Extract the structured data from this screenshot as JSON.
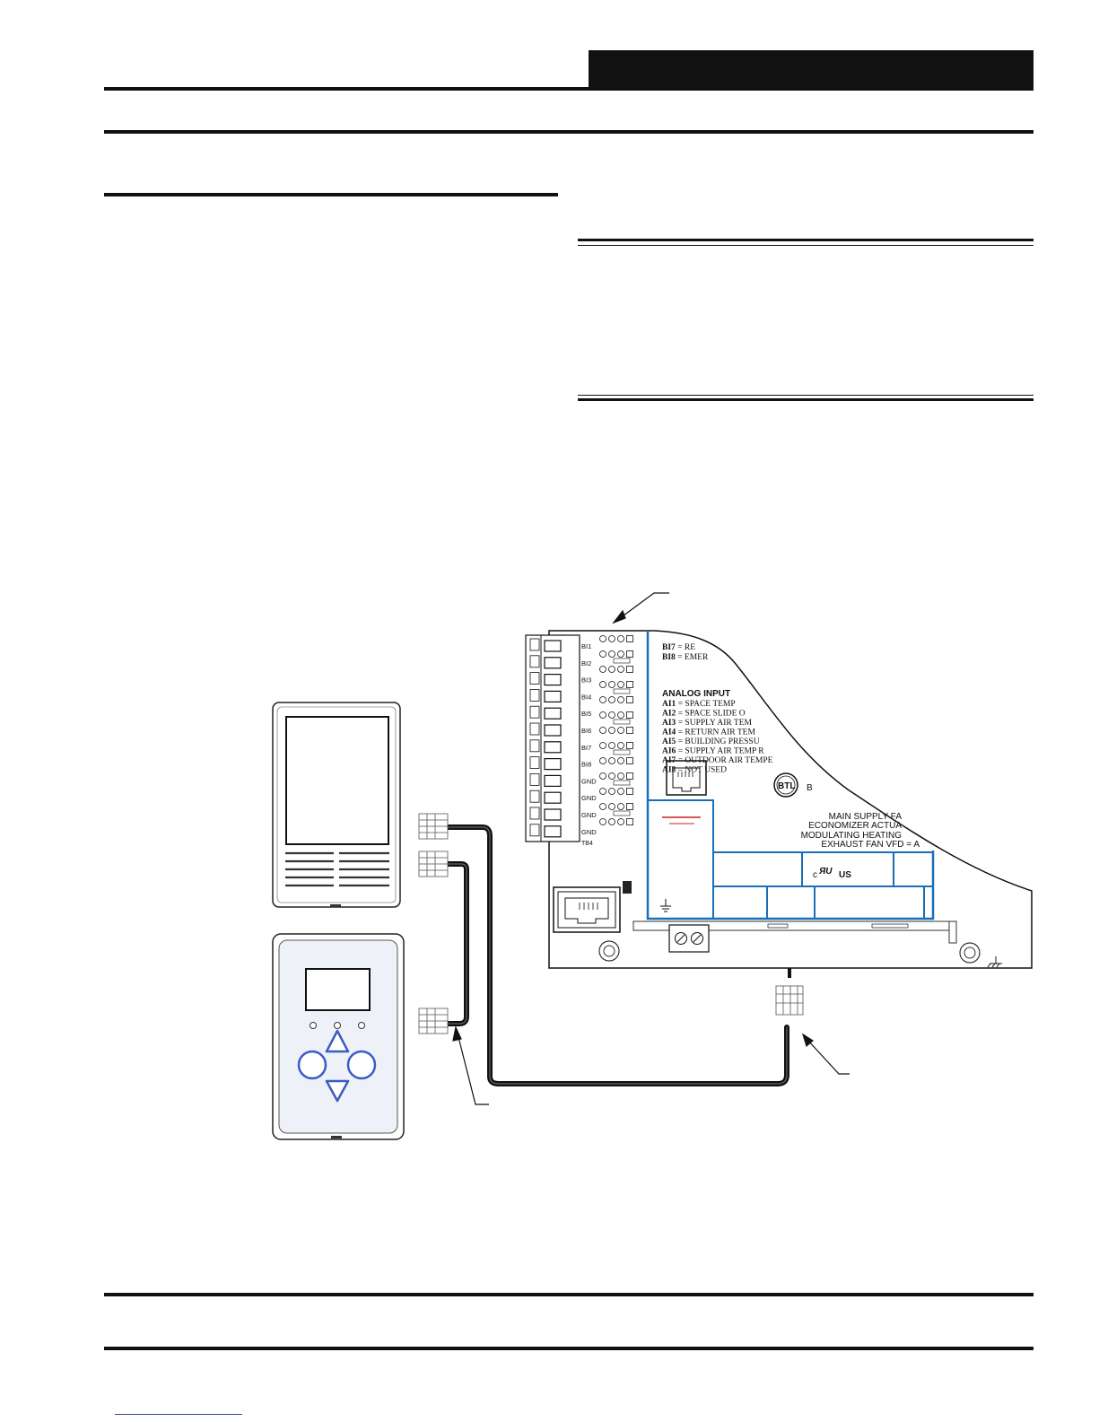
{
  "board": {
    "binary_inputs": [
      {
        "code": "BI7",
        "text": " = RE"
      },
      {
        "code": "BI8",
        "text": " = EMER"
      }
    ],
    "analog_heading": "ANALOG INPUT",
    "analog_inputs": [
      {
        "code": "AI1",
        "text": " = SPACE TEMP"
      },
      {
        "code": "AI2",
        "text": " = SPACE SLIDE O"
      },
      {
        "code": "AI3",
        "text": " = SUPPLY AIR TEM"
      },
      {
        "code": "AI4",
        "text": " = RETURN AIR TEM"
      },
      {
        "code": "AI5",
        "text": " = BUILDING PRESSU"
      },
      {
        "code": "AI6",
        "text": " = SUPPLY AIR TEMP R"
      },
      {
        "code": "AI7",
        "text": " = OUTDOOR AIR TEMPE"
      },
      {
        "code": "AI8",
        "text": " = NOT USED"
      }
    ],
    "outputs": [
      "MAIN SUPPLY FA",
      "ECONOMIZER ACTUA",
      "MODULATING HEATING",
      "EXHAUST FAN VFD = A"
    ],
    "btl_text": "BTL",
    "btl_suffix": "B",
    "cert_c": "c",
    "cert_ul": "ЯU",
    "cert_us": "US",
    "terminal_labels": [
      "BI1",
      "BI2",
      "BI3",
      "BI4",
      "BI5",
      "BI6",
      "BI7",
      "BI8",
      "GND",
      "GND",
      "GND",
      "GND"
    ],
    "tb_label": "TB4"
  },
  "colors": {
    "board_outline": "#1b6fb8",
    "accent_red": "#cc2222",
    "ink": "#111111",
    "button_blue": "#3b5bc4"
  },
  "icons": [
    "ground-icon",
    "rj-jack-icon",
    "up-arrow-icon",
    "down-arrow-icon",
    "screw-terminal-icon"
  ]
}
